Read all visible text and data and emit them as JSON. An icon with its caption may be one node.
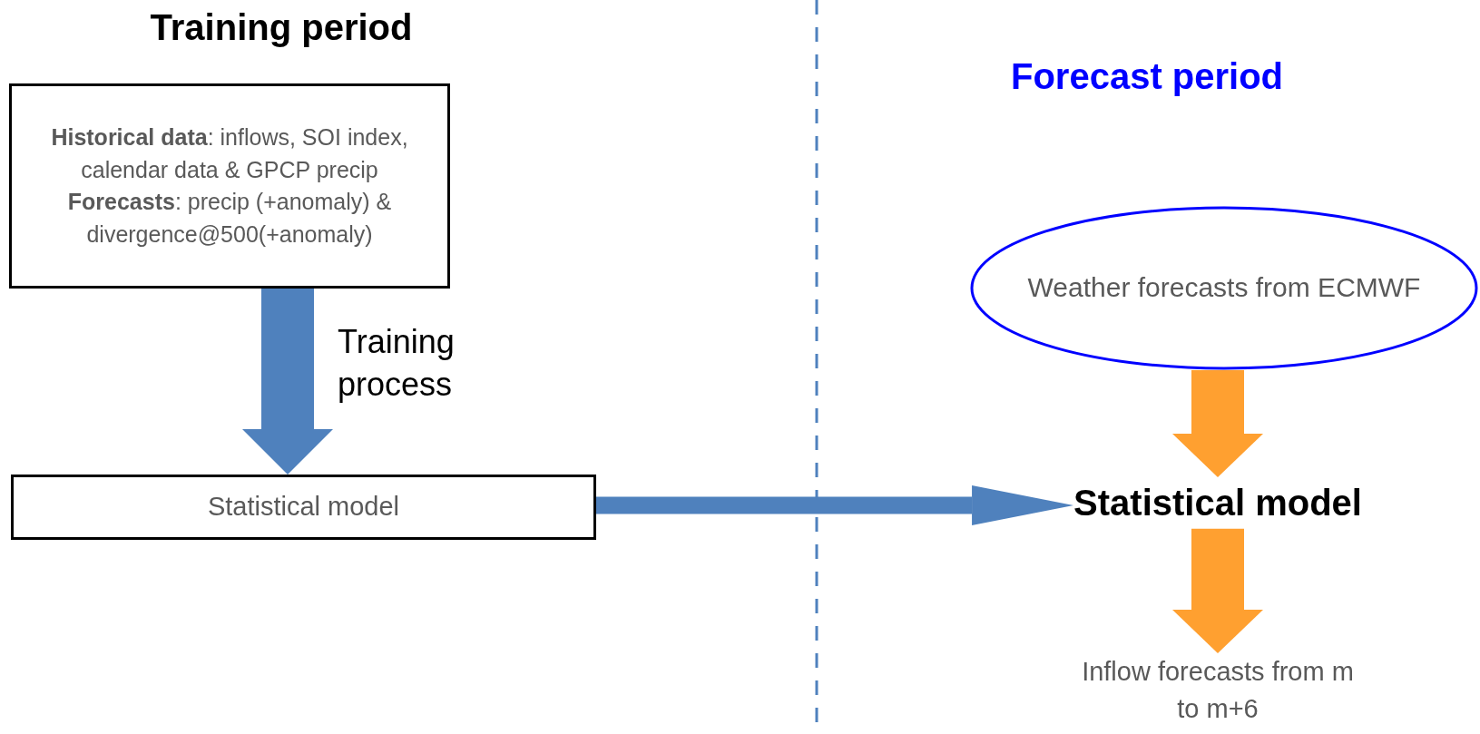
{
  "diagram": {
    "nodes": [
      {
        "text": [
          "**Historical data**: inflows, SOI index, calendar data & GPCP precip",
          "**Forecasts**: precip (+anomaly) & divergence@500(+anomaly)"
        ]
      },
      {
        "text": [
          "Statistical model"
        ]
      },
      {
        "text": [
          "Weather forecasts from ECMWF"
        ]
      },
      {
        "text": [
          "Statistical model"
        ]
      },
      {
        "text": [
          "Inflow forecasts from m to m+6"
        ]
      }
    ],
    "edges": [
      {
        "from": 0,
        "to": 1,
        "arrow": "to",
        "label": "Training process"
      },
      {
        "from": 1,
        "to": 3,
        "arrow": "to"
      },
      {
        "from": 2,
        "to": 3,
        "arrow": "to",
        "color": "#ffa030"
      },
      {
        "from": 3,
        "to": 4,
        "arrow": "to",
        "color": "#ffa030"
      }
    ],
    "labels": [
      "Training period",
      "Forecast period"
    ]
  }
}
